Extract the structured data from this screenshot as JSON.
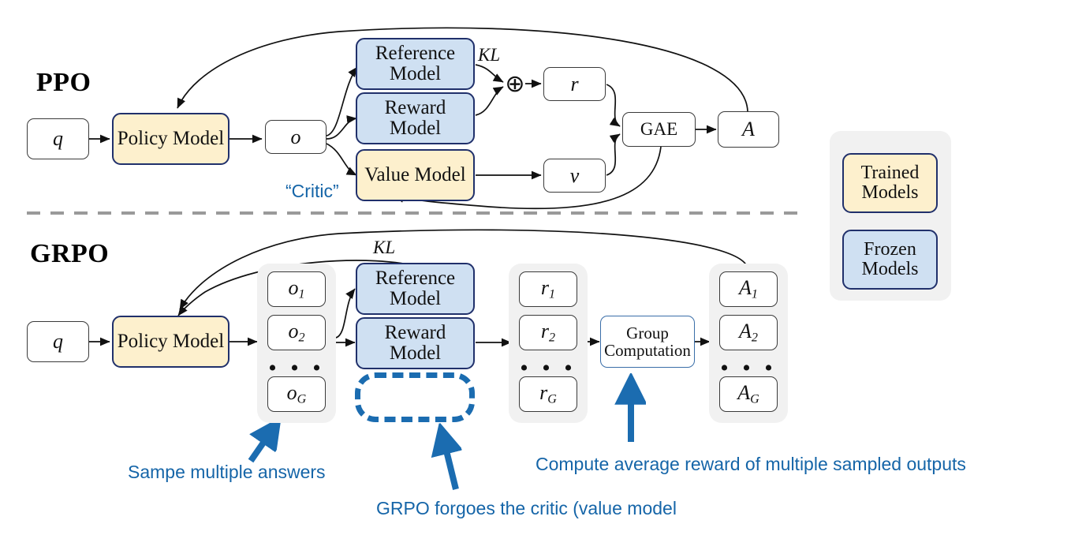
{
  "diagram": {
    "title_ppo": "PPO",
    "title_grpo": "GRPO",
    "divider": "dashed-horizontal-divider"
  },
  "ppo": {
    "query": "q",
    "policy_model": "Policy Model",
    "output": "o",
    "reference_model": "Reference Model",
    "reward_model": "Reward Model",
    "value_model": "Value Model",
    "critic_label": "“Critic”",
    "kl_label": "KL",
    "oplus": "⊕",
    "reward": "r",
    "value": "v",
    "gae": "GAE",
    "advantage": "A"
  },
  "grpo": {
    "query": "q",
    "policy_model": "Policy Model",
    "kl_label": "KL",
    "outputs": [
      "o",
      "o",
      "o"
    ],
    "outputs_sub": [
      "1",
      "2",
      "G"
    ],
    "reference_model": "Reference Model",
    "reward_model": "Reward Model",
    "rewards": [
      "r",
      "r",
      "r"
    ],
    "rewards_sub": [
      "1",
      "2",
      "G"
    ],
    "group_computation": "Group Computation",
    "advantages": [
      "A",
      "A",
      "A"
    ],
    "advantages_sub": [
      "1",
      "2",
      "G"
    ],
    "ellipsis": "• • •"
  },
  "legend": {
    "trained": "Trained Models",
    "frozen": "Frozen Models"
  },
  "annotations": {
    "sample": "Sampe multiple answers",
    "forgoes": "GRPO forgoes the critic (value model",
    "compute": "Compute average reward of multiple sampled outputs"
  },
  "colors": {
    "trained_fill": "#fdf0cd",
    "frozen_fill": "#cfe0f2",
    "node_border": "#20306b",
    "accent_blue": "#1565a8",
    "stack_bg": "#f1f1f1",
    "divider": "#9a9a9a"
  }
}
